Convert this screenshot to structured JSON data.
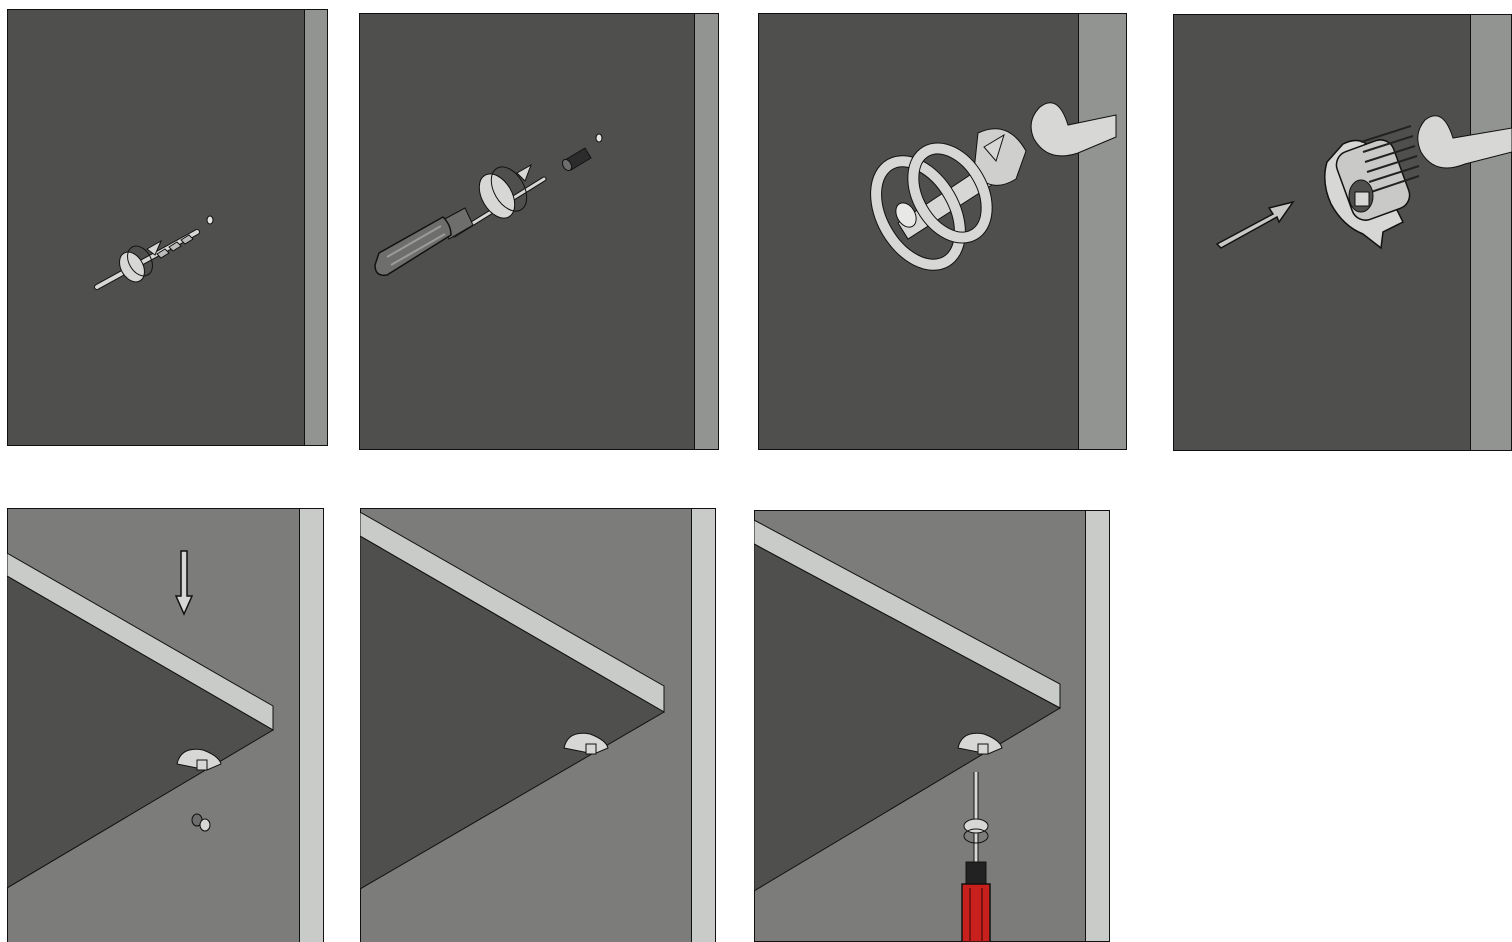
{
  "title": "",
  "steps": [
    {
      "index": 1,
      "action": "drill-pilot-hole",
      "tool": "drill-bit-icon",
      "motion": "rotate-arrow-icon"
    },
    {
      "index": 2,
      "action": "screw-in-dowel",
      "tool": "screwdriver-icon",
      "motion": "rotate-arrow-icon"
    },
    {
      "index": 3,
      "action": "bore-cam-hole",
      "tool": "forstner-bit-icon",
      "motion": "rotate-arrow-icon"
    },
    {
      "index": 4,
      "action": "insert-cam-lock",
      "tool": "cam-lock-icon",
      "motion": "push-arrow-icon"
    },
    {
      "index": 5,
      "action": "lower-shelf",
      "tool": "screw-icon",
      "motion": "down-arrow-icon"
    },
    {
      "index": 6,
      "action": "shelf-in-place",
      "tool": "cam-lock-icon",
      "motion": ""
    },
    {
      "index": 7,
      "action": "tighten-cam",
      "tool": "screwdriver-icon",
      "motion": "rotate-arrow-icon"
    }
  ],
  "colors": {
    "panel_dark": "#4f504e",
    "panel_edge": "#929491",
    "panel_light": "#7c7d7b",
    "edge_light": "#c8cbc7",
    "part_fill": "#d7d7d5",
    "handle_red": "#c8201c",
    "outline": "#111111"
  }
}
